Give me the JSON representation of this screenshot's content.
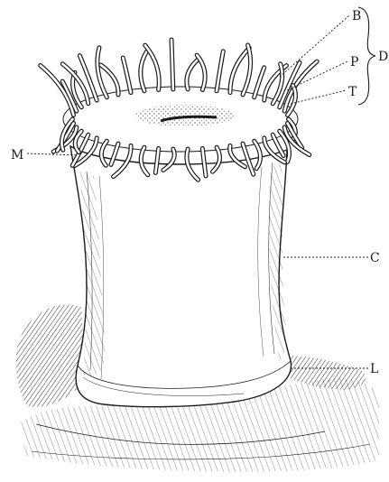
{
  "figure": {
    "labels": {
      "B": "B",
      "P": "P",
      "T": "T",
      "D": "D",
      "M": "M",
      "C": "C",
      "L": "L"
    },
    "colors": {
      "ink": "#1a1a1a",
      "paper": "#ffffff",
      "shade": "#2b2b2b"
    }
  }
}
